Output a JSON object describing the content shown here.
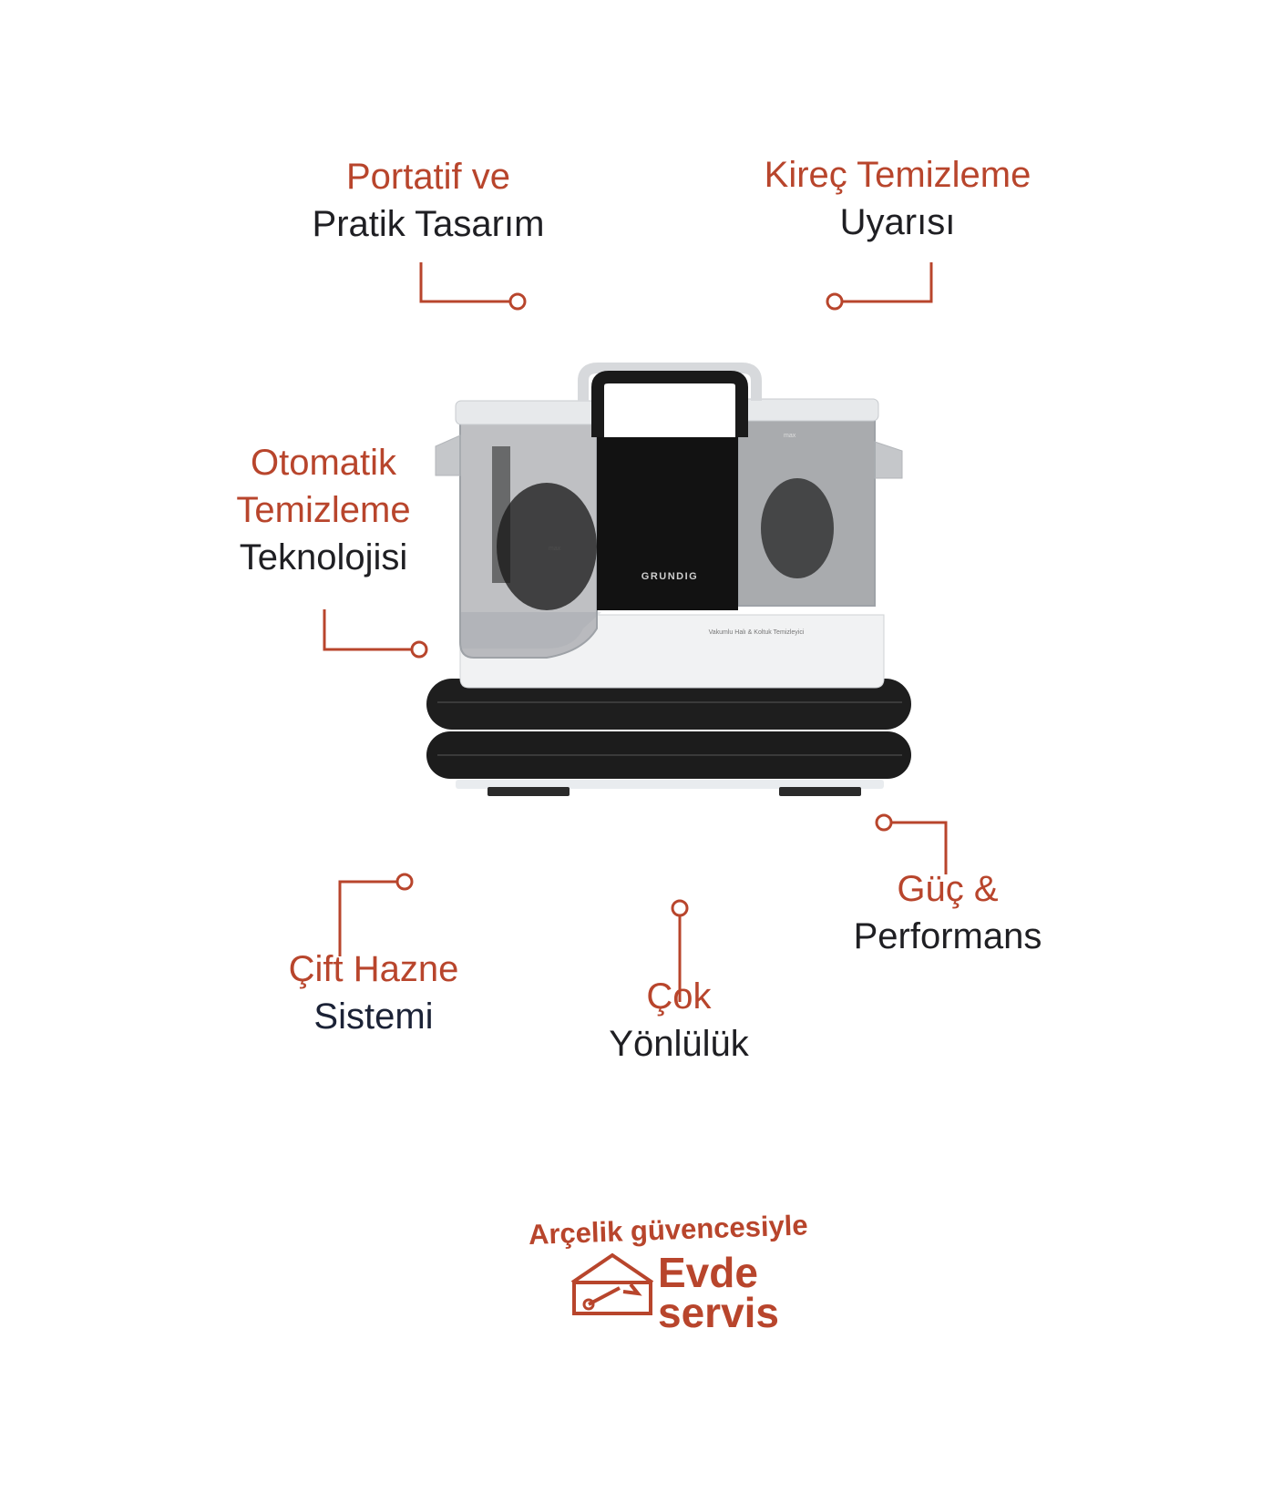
{
  "colors": {
    "accent": "#b8452c",
    "text_dark": "#1f1f23",
    "text_navy": "#1b2236",
    "background": "#ffffff"
  },
  "features": {
    "portable": {
      "line1": "Portatif ve",
      "line2": "Pratik Tasarım"
    },
    "descaling": {
      "line1": "Kireç Temizleme",
      "line2": "Uyarısı"
    },
    "auto_clean": {
      "line1": "Otomatik",
      "line1b": "Temizleme",
      "line2": "Teknolojisi"
    },
    "double_tank": {
      "line1": "Çift Hazne",
      "line2": "Sistemi"
    },
    "multi_direction": {
      "line1": "Çok",
      "line2": "Yönlülük"
    },
    "power": {
      "line1": "Güç &",
      "line2": "Performans"
    }
  },
  "product": {
    "brand": "GRUNDIG",
    "subtitle": "Vakumlu Halı & Koltuk Temizleyici",
    "max_label_left": "max",
    "max_label_right": "max"
  },
  "badge": {
    "line1": "Arçelik güvencesiyle",
    "line2": "Evde",
    "line3": "servis",
    "icon": "house-wrench-icon"
  }
}
